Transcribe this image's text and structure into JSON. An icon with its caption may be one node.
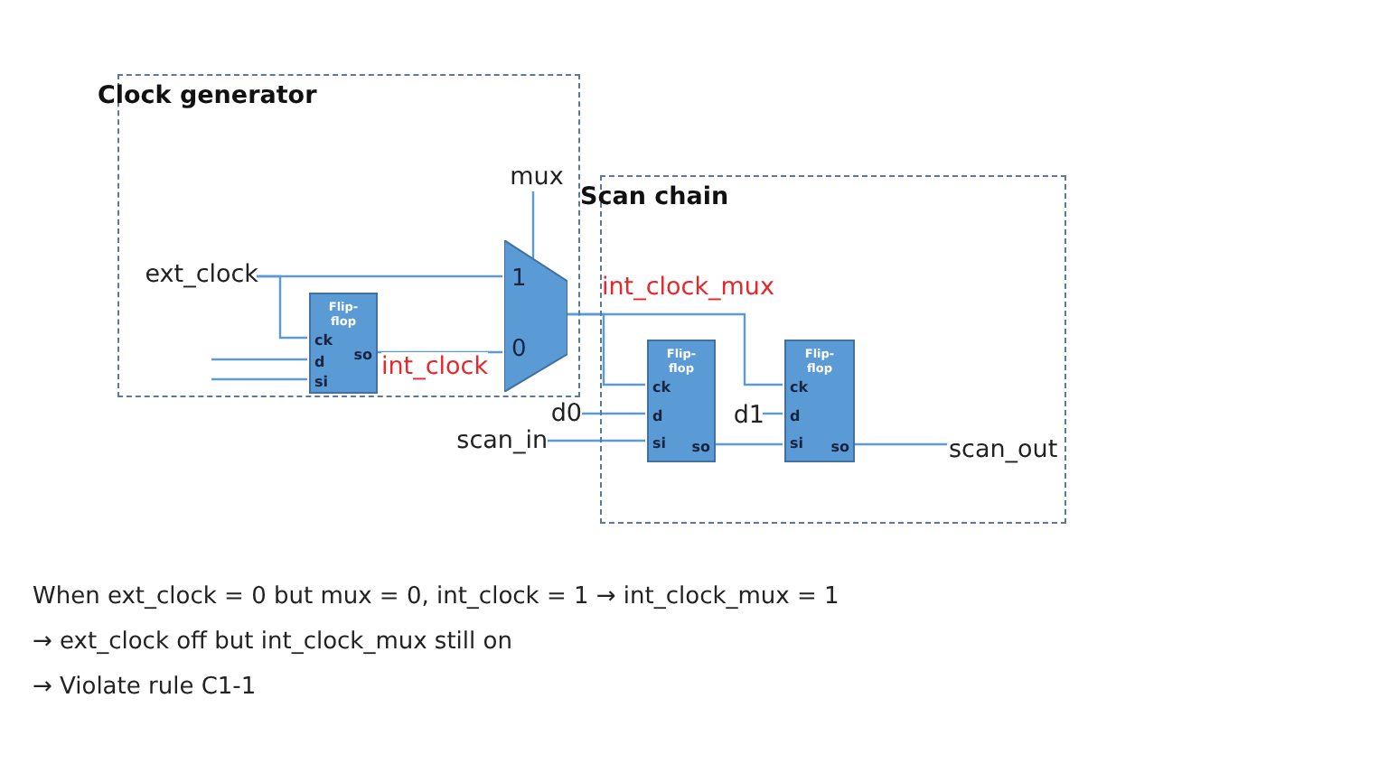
{
  "diagram": {
    "nodes": [
      {
        "text": [
          "Clock generator"
        ]
      },
      {
        "text": [
          "ext_clock"
        ],
        "in": 0
      },
      {
        "text": [
          "Flip- flop",
          "ck",
          "d",
          "si",
          "so"
        ],
        "in": 0
      },
      {
        "text": [
          "mux"
        ],
        "in": 0
      },
      {
        "text": [
          "1",
          "0"
        ],
        "in": 0
      },
      {
        "text": [
          "Scan chain"
        ]
      },
      {
        "text": [
          "Flip- flop",
          "ck",
          "d",
          "si",
          "so"
        ],
        "in": 5
      },
      {
        "text": [
          "Flip- flop",
          "ck",
          "d",
          "si",
          "so"
        ],
        "in": 5
      },
      {
        "text": [
          "d0"
        ]
      },
      {
        "text": [
          "scan_in"
        ]
      },
      {
        "text": [
          "d1"
        ],
        "in": 5
      },
      {
        "text": [
          "scan_out"
        ],
        "in": 5
      }
    ],
    "edges": [
      {
        "from": 1,
        "to": 4,
        "arrow": "none"
      },
      {
        "from": 1,
        "to": 2,
        "arrow": "none"
      },
      {
        "from": null,
        "to": 2,
        "arrow": "none"
      },
      {
        "from": null,
        "to": 2,
        "arrow": "none"
      },
      {
        "from": 2,
        "to": 4,
        "arrow": "none",
        "label": "int_clock"
      },
      {
        "from": 3,
        "to": 4,
        "arrow": "none"
      },
      {
        "from": 4,
        "to": 6,
        "arrow": "none",
        "label": "int_clock_mux"
      },
      {
        "from": 4,
        "to": 7,
        "arrow": "none"
      },
      {
        "from": 8,
        "to": 6,
        "arrow": "none"
      },
      {
        "from": 9,
        "to": 6,
        "arrow": "none"
      },
      {
        "from": 10,
        "to": 7,
        "arrow": "none"
      },
      {
        "from": 6,
        "to": 7,
        "arrow": "none"
      },
      {
        "from": 7,
        "to": 11,
        "arrow": "none"
      }
    ],
    "labels": [
      "When ext_clock = 0 but mux = 0, int_clock = 1 → int_clock_mux = 1",
      "→ ext_clock off but int_clock_mux still on",
      "→ Violate rule C1-1"
    ]
  }
}
